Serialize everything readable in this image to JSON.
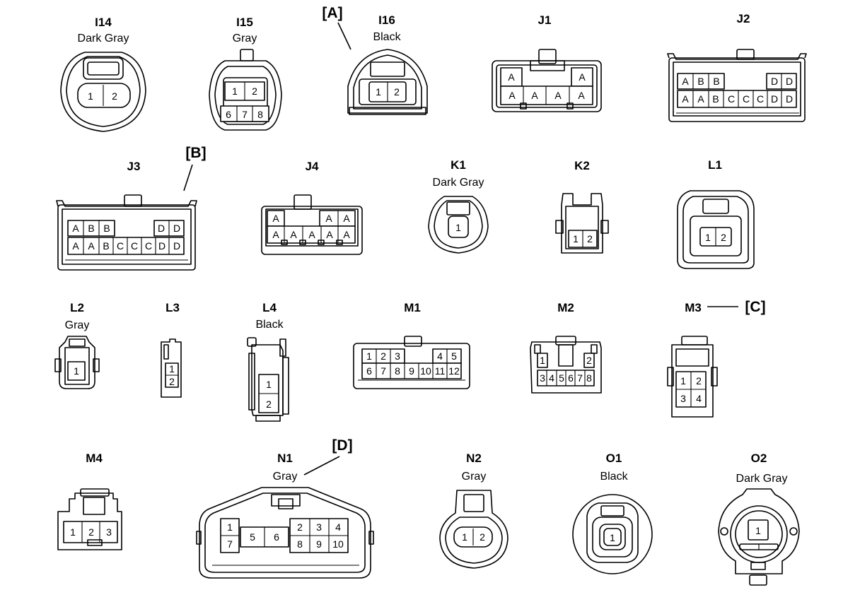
{
  "connectors": {
    "I14": {
      "code": "I14",
      "color": "Dark Gray",
      "pins": [
        "1",
        "2"
      ]
    },
    "I15": {
      "code": "I15",
      "color": "Gray",
      "pins": [
        "1",
        "2",
        "6",
        "7",
        "8"
      ]
    },
    "I16": {
      "code": "I16",
      "color": "Black",
      "pins": [
        "1",
        "2"
      ]
    },
    "J1": {
      "code": "J1",
      "pins": [
        "A",
        "A",
        "A",
        "A",
        "A",
        "A"
      ]
    },
    "J2": {
      "code": "J2",
      "pins": [
        "A",
        "B",
        "B",
        "D",
        "D",
        "A",
        "A",
        "B",
        "C",
        "C",
        "C",
        "D",
        "D"
      ]
    },
    "J3": {
      "code": "J3",
      "pins": [
        "A",
        "B",
        "B",
        "D",
        "D",
        "A",
        "A",
        "B",
        "C",
        "C",
        "C",
        "D",
        "D"
      ]
    },
    "J4": {
      "code": "J4",
      "pins": [
        "A",
        "A",
        "A",
        "A",
        "A",
        "A",
        "A",
        "A"
      ]
    },
    "K1": {
      "code": "K1",
      "color": "Dark Gray",
      "pins": [
        "1"
      ]
    },
    "K2": {
      "code": "K2",
      "pins": [
        "1",
        "2"
      ]
    },
    "L1": {
      "code": "L1",
      "pins": [
        "1",
        "2"
      ]
    },
    "L2": {
      "code": "L2",
      "color": "Gray",
      "pins": [
        "1"
      ]
    },
    "L3": {
      "code": "L3",
      "pins": [
        "1",
        "2"
      ]
    },
    "L4": {
      "code": "L4",
      "color": "Black",
      "pins": [
        "1",
        "2"
      ]
    },
    "M1": {
      "code": "M1",
      "pins": [
        "1",
        "2",
        "3",
        "4",
        "5",
        "6",
        "7",
        "8",
        "9",
        "10",
        "11",
        "12"
      ]
    },
    "M2": {
      "code": "M2",
      "pins": [
        "1",
        "2",
        "3",
        "4",
        "5",
        "6",
        "7",
        "8"
      ]
    },
    "M3": {
      "code": "M3",
      "pins": [
        "1",
        "2",
        "3",
        "4"
      ]
    },
    "M4": {
      "code": "M4",
      "pins": [
        "1",
        "2",
        "3"
      ]
    },
    "N1": {
      "code": "N1",
      "color": "Gray",
      "pins": [
        "1",
        "7",
        "5",
        "6",
        "2",
        "3",
        "4",
        "8",
        "9",
        "10"
      ]
    },
    "N2": {
      "code": "N2",
      "color": "Gray",
      "pins": [
        "1",
        "2"
      ]
    },
    "O1": {
      "code": "O1",
      "color": "Black",
      "pins": [
        "1"
      ]
    },
    "O2": {
      "code": "O2",
      "color": "Dark Gray",
      "pins": [
        "1"
      ]
    }
  },
  "callouts": {
    "A": "[A]",
    "B": "[B]",
    "C": "[C]",
    "D": "[D]"
  }
}
